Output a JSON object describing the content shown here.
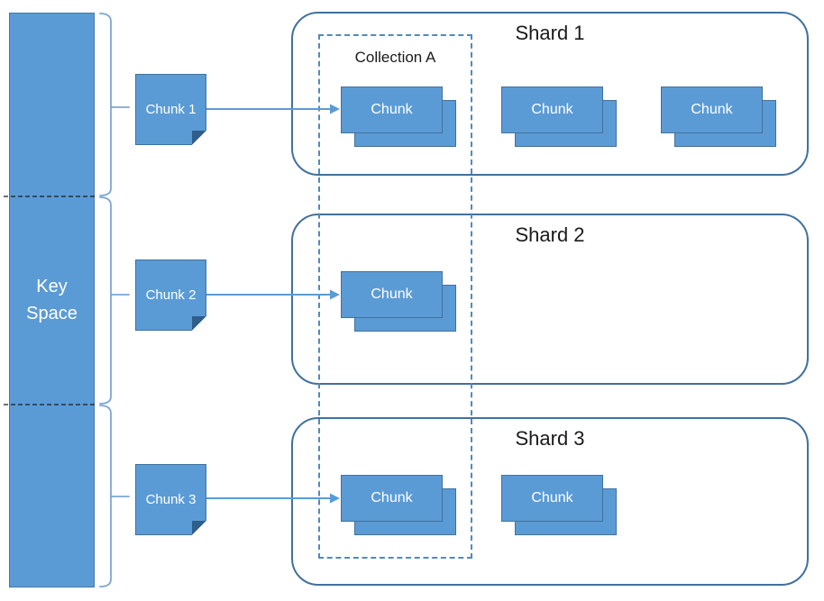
{
  "key_space": {
    "label": "Key Space"
  },
  "chunk_notes": [
    {
      "label": "Chunk 1"
    },
    {
      "label": "Chunk 2"
    },
    {
      "label": "Chunk 3"
    }
  ],
  "collection": {
    "label": "Collection A"
  },
  "shards": [
    {
      "title": "Shard 1",
      "chunks": [
        {
          "label": "Chunk"
        },
        {
          "label": "Chunk"
        },
        {
          "label": "Chunk"
        }
      ]
    },
    {
      "title": "Shard 2",
      "chunks": [
        {
          "label": "Chunk"
        }
      ]
    },
    {
      "title": "Shard 3",
      "chunks": [
        {
          "label": "Chunk"
        },
        {
          "label": "Chunk"
        }
      ]
    }
  ],
  "colors": {
    "shape_fill": "#5B9BD5",
    "shape_border": "#41719C",
    "shard_border": "#41719C",
    "collection_border": "#5389BE",
    "brace": "#79A7D6",
    "arrow": "#5B9BD5",
    "divider": "#1a1a1a",
    "note_fold": "#2F5E8A",
    "text_light": "#FFFFFF",
    "text_dark": "#1a1a1a"
  }
}
